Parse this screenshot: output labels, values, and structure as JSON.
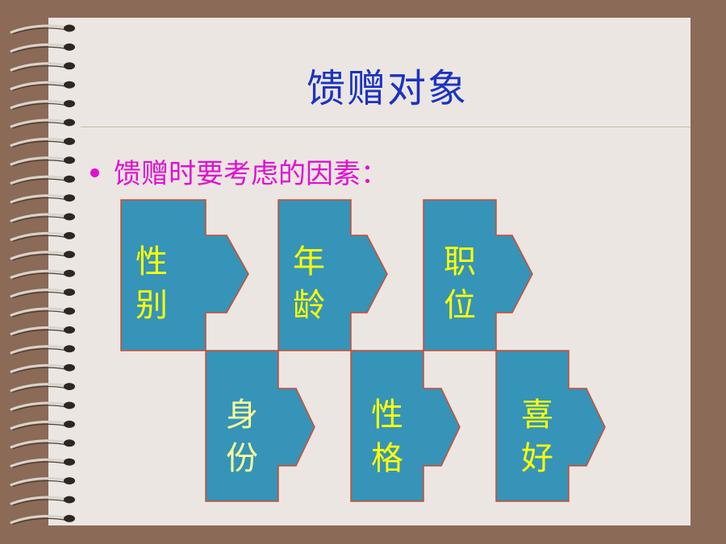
{
  "slide": {
    "title": "馈赠对象",
    "bullet": "馈赠时要考虑的因素："
  },
  "factors": [
    {
      "line1": "性",
      "line2": "别"
    },
    {
      "line1": "年",
      "line2": "龄"
    },
    {
      "line1": "职",
      "line2": "位"
    },
    {
      "line1": "身",
      "line2": "份"
    },
    {
      "line1": "性",
      "line2": "格"
    },
    {
      "line1": "喜",
      "line2": "好"
    }
  ],
  "colors": {
    "box_fill": "#3594b8",
    "box_stroke": "#d24a2e",
    "title": "#1a33c4",
    "bullet": "#e20fd3",
    "label_text": "#ffff00",
    "background": "#8b6a57",
    "paper": "#ece6e2"
  }
}
